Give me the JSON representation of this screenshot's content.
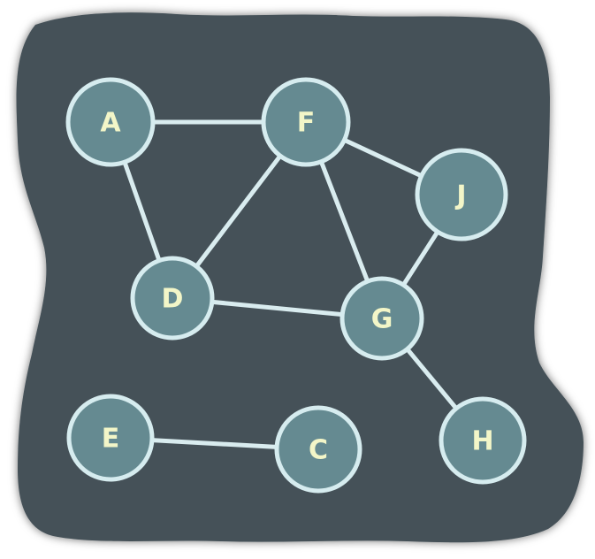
{
  "colors": {
    "page_background": "#ffffff",
    "blob_fill": "#455158",
    "node_fill": "#658a91",
    "node_stroke": "#d6ecef",
    "edge_stroke": "#d9ecef",
    "label_color": "#f3f6c8"
  },
  "graph": {
    "nodes": [
      {
        "id": "A",
        "label": "A"
      },
      {
        "id": "F",
        "label": "F"
      },
      {
        "id": "J",
        "label": "J"
      },
      {
        "id": "D",
        "label": "D"
      },
      {
        "id": "G",
        "label": "G"
      },
      {
        "id": "E",
        "label": "E"
      },
      {
        "id": "C",
        "label": "C"
      },
      {
        "id": "H",
        "label": "H"
      }
    ],
    "edges": [
      [
        "A",
        "F"
      ],
      [
        "A",
        "D"
      ],
      [
        "F",
        "D"
      ],
      [
        "F",
        "G"
      ],
      [
        "F",
        "J"
      ],
      [
        "J",
        "G"
      ],
      [
        "D",
        "G"
      ],
      [
        "G",
        "H"
      ],
      [
        "E",
        "C"
      ]
    ]
  }
}
